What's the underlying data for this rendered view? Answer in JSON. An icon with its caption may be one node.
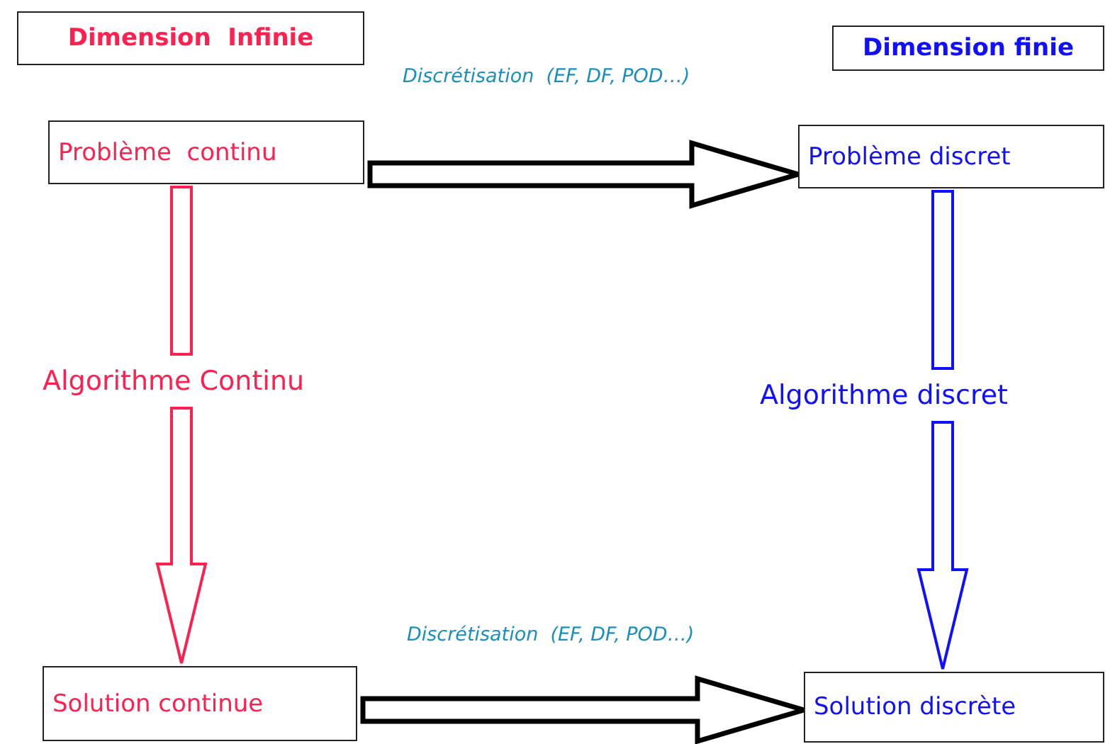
{
  "diagram": {
    "nodes": [
      {
        "text": [
          "Dimension  Infinie"
        ]
      },
      {
        "text": [
          "Dimension finie"
        ]
      },
      {
        "text": [
          "Problème  continu"
        ]
      },
      {
        "text": [
          "Problème discret"
        ]
      },
      {
        "text": [
          "Algorithme Continu"
        ]
      },
      {
        "text": [
          "Algorithme discret"
        ]
      },
      {
        "text": [
          "Solution continue"
        ]
      },
      {
        "text": [
          "Solution discrète"
        ]
      }
    ],
    "edges": [
      {
        "from": 2,
        "to": 3,
        "arrow": "to",
        "label": "Discrétisation  (EF, DF, POD…)",
        "color": "#000000"
      },
      {
        "from": 2,
        "to": 4,
        "arrow": "none",
        "color": "#ff2050"
      },
      {
        "from": 4,
        "to": 6,
        "arrow": "to",
        "color": "#ff2050"
      },
      {
        "from": 3,
        "to": 5,
        "arrow": "none",
        "color": "#1010ff"
      },
      {
        "from": 5,
        "to": 7,
        "arrow": "to",
        "color": "#1010ff"
      },
      {
        "from": 6,
        "to": 7,
        "arrow": "to",
        "label": "Discrétisation  (EF, DF, POD…)",
        "color": "#000000"
      }
    ]
  }
}
